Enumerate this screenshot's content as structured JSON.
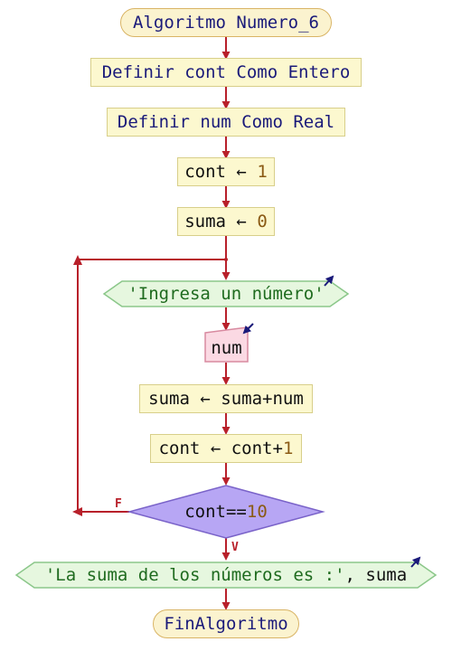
{
  "flowchart": {
    "start": "Algoritmo Numero_6",
    "def1": "Definir cont Como Entero",
    "def2": "Definir num Como Real",
    "assign_cont": {
      "var": "cont",
      "arrow": "←",
      "value": "1"
    },
    "assign_suma": {
      "var": "suma",
      "arrow": "←",
      "value": "0"
    },
    "output1": "'Ingresa un número'",
    "input1": "num",
    "step_suma": {
      "var": "suma",
      "arrow": "←",
      "expr": "suma+num"
    },
    "step_cont": {
      "var": "cont",
      "arrow": "←",
      "expr1": "cont+",
      "expr2": "1"
    },
    "decision": {
      "left": "cont==",
      "right": "10"
    },
    "false_label": "F",
    "true_label": "V",
    "output2": {
      "str": "'La suma de los números es :'",
      "rest": ", suma"
    },
    "end": "FinAlgoritmo"
  },
  "colors": {
    "arrow": "#b8202a",
    "terminal_fill": "#fbf3cf",
    "process_fill": "#fcf8cf",
    "output_fill": "#e6f7df",
    "input_fill": "#fbd9e3",
    "decision_fill": "#b7a6f4",
    "keyword": "#1a1a7a",
    "number": "#8a5a14",
    "string": "#1f6b1f"
  }
}
